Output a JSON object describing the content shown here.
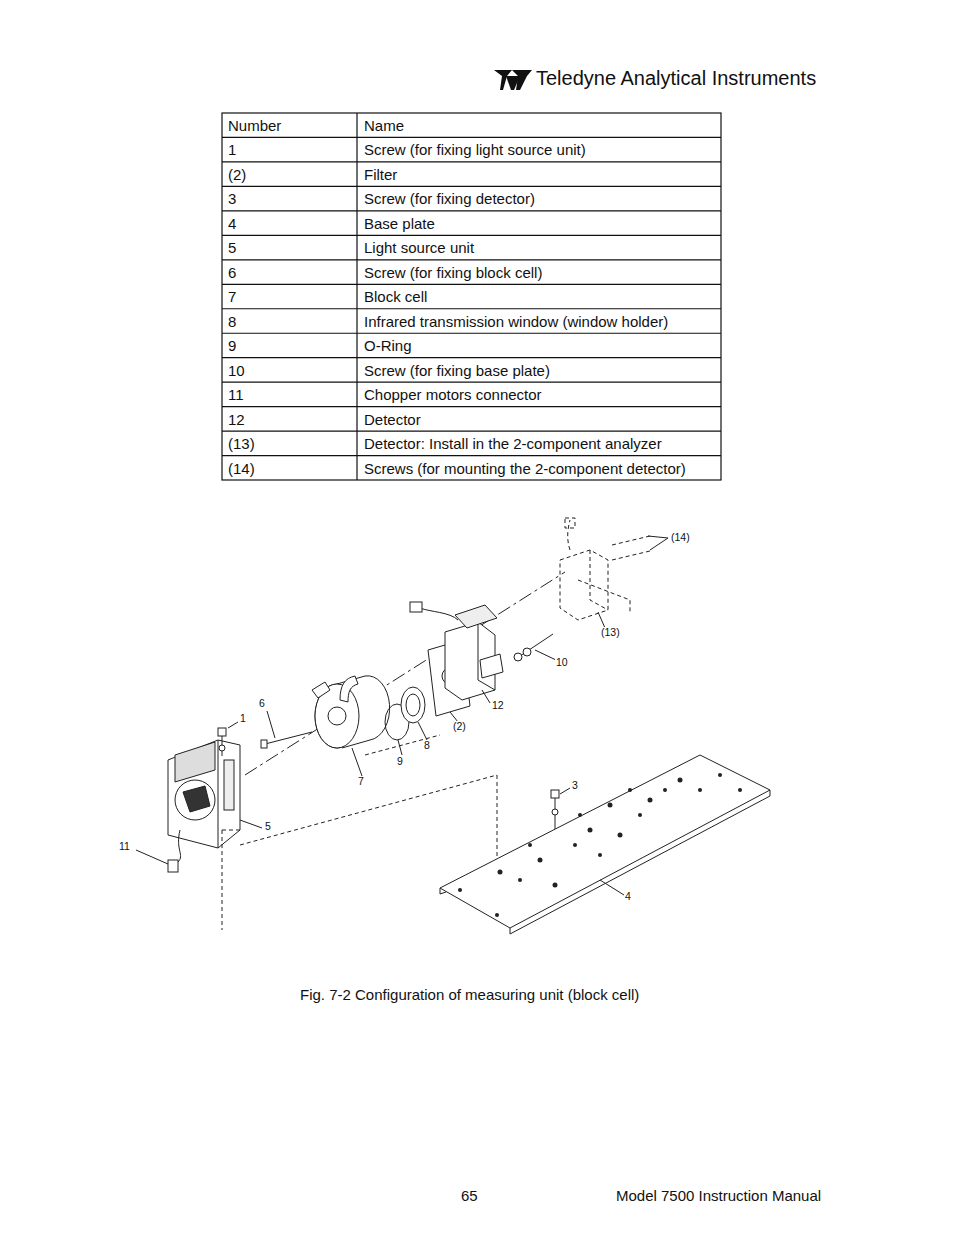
{
  "diagram": {
    "caption": "Fig. 7-2 Configuration of measuring unit (block cell)",
    "labels": [
      "Teledyne Analytical Instruments",
      "Number",
      "Name",
      "1",
      "Screw (for fixing light source unit)",
      "(2)",
      "Filter",
      "3",
      "Screw (for fixing detector)",
      "4",
      "Base plate",
      "5",
      "Light source unit",
      "6",
      "Screw (for fixing block cell)",
      "7",
      "Block cell",
      "8",
      "Infrared transmission window (window holder)",
      "9",
      "O-Ring",
      "10",
      "Screw (for fixing base plate)",
      "11",
      "Chopper motors connector",
      "12",
      "Detector",
      "(13)",
      "Detector: Install in the 2-component analyzer",
      "(14)",
      "Screws (for mounting the 2-component detector)",
      "(14)",
      "(13)",
      "10",
      "12",
      "6",
      "1",
      "(2)",
      "9",
      "8",
      "7",
      "5",
      "3",
      "11",
      "4",
      "65",
      "Model 7500 Instruction Manual"
    ]
  }
}
